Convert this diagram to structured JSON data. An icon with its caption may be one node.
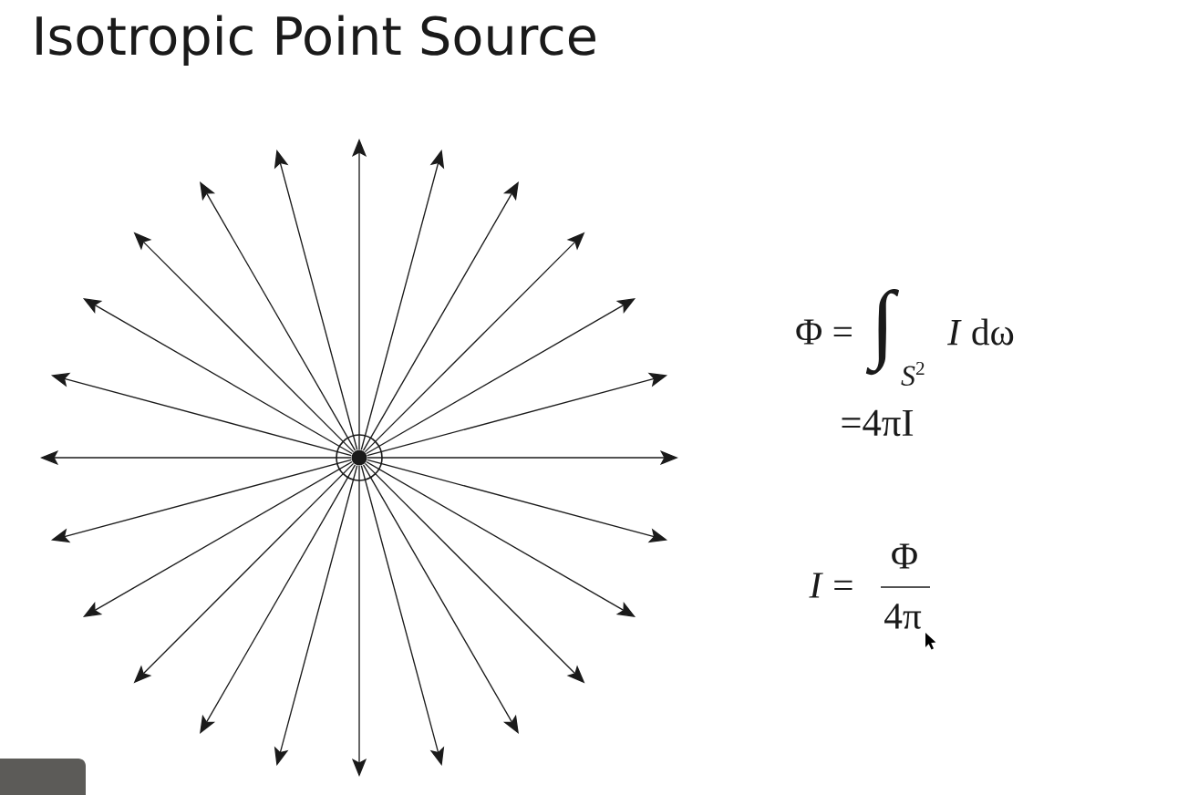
{
  "diagram": {
    "title": "Isotropic Point Source",
    "nodes": [
      {
        "text": [],
        "shape": "circle"
      },
      {
        "text": [],
        "shape": "circle",
        "in": 0
      }
    ],
    "edges": [
      {
        "from": 1,
        "to": null,
        "arrow": "to"
      },
      {
        "from": 1,
        "to": null,
        "arrow": "to"
      },
      {
        "from": 1,
        "to": null,
        "arrow": "to"
      },
      {
        "from": 1,
        "to": null,
        "arrow": "to"
      },
      {
        "from": 1,
        "to": null,
        "arrow": "to"
      },
      {
        "from": 1,
        "to": null,
        "arrow": "to"
      },
      {
        "from": 1,
        "to": null,
        "arrow": "to"
      },
      {
        "from": 1,
        "to": null,
        "arrow": "to"
      },
      {
        "from": 1,
        "to": null,
        "arrow": "to"
      },
      {
        "from": 1,
        "to": null,
        "arrow": "to"
      },
      {
        "from": 1,
        "to": null,
        "arrow": "to"
      },
      {
        "from": 1,
        "to": null,
        "arrow": "to"
      },
      {
        "from": 1,
        "to": null,
        "arrow": "to"
      },
      {
        "from": 1,
        "to": null,
        "arrow": "to"
      },
      {
        "from": 1,
        "to": null,
        "arrow": "to"
      },
      {
        "from": 1,
        "to": null,
        "arrow": "to"
      },
      {
        "from": 1,
        "to": null,
        "arrow": "to"
      },
      {
        "from": 1,
        "to": null,
        "arrow": "to"
      },
      {
        "from": 1,
        "to": null,
        "arrow": "to"
      },
      {
        "from": 1,
        "to": null,
        "arrow": "to"
      },
      {
        "from": 1,
        "to": null,
        "arrow": "to"
      },
      {
        "from": 1,
        "to": null,
        "arrow": "to"
      },
      {
        "from": 1,
        "to": null,
        "arrow": "to"
      },
      {
        "from": 1,
        "to": null,
        "arrow": "to"
      }
    ],
    "labels": [
      "Φ =",
      "∫",
      "*S*$^{2}$",
      "*I* dω",
      "=4πI",
      "*I* =",
      "Φ",
      "4π"
    ]
  }
}
